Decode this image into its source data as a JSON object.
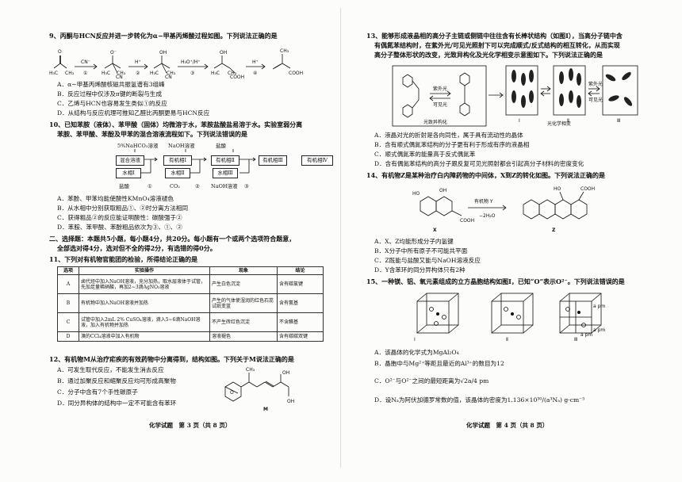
{
  "left": {
    "q9": {
      "stem": "9、丙酮与HCN反应并进一步转化为α−甲基丙烯酸过程如图。下列说法正确的是",
      "reagents": [
        "CN⁻",
        "H⁺",
        "H₃O⁺/H⁺",
        "H⁺"
      ],
      "steps": [
        "①",
        "②",
        "③",
        "④"
      ],
      "options": [
        "A．α−甲基丙烯酸核磁共振氢谱有3组峰",
        "B．反应过程中仅涉及π键的断裂与生成",
        "C．乙烯与HCN也容易发生类似①的反应",
        "D．从结构与反应机理可推知乙醛比丙酮更易与HCN反应"
      ]
    },
    "q10": {
      "stem1": "10、已知苯胺（液体）、苯甲酸（固体）均微溶于水，苯胺盐酸盐易溶于水。实验室弱分离",
      "stem2": "苯胺、苯甲酸、苯酚及甲苯的混合溶液流程如下。下列说法错误的是",
      "top_labels": [
        "5%NaHCO₃溶液",
        "NaOH溶液",
        "盐酸"
      ],
      "boxes": [
        "混合溶液",
        "有机相Ⅰ",
        "有机相Ⅱ",
        "有机相Ⅲ",
        "有机相Ⅳ"
      ],
      "water_boxes": [
        "水相Ⅰ",
        "水相Ⅱ",
        "水相Ⅲ"
      ],
      "bottom_labels": [
        "盐酸",
        "CO₂",
        "NaOH溶液"
      ],
      "products": [
        "①",
        "②",
        "③"
      ],
      "options": [
        "A．苯酚、甲苯均能使酸性KMnO₄溶液褪色",
        "B．从水相中分别获取粗品①、②时分离方法相同",
        "C．获得粗品②的反应能证明酸性：碳酸强于②",
        "D．苯胺、苯甲酸、苯酚粗品依次为③、①、②"
      ]
    },
    "section2": {
      "line1": "二、选择题：本题共5小题，每小题4分，共20分。每小题有一个或两个选项符合题意，",
      "line2": "全部选对得4分，选对但不全的得2分，有选错的得0分。"
    },
    "q11": {
      "stem": "11、下列对有机物官能团的检验，所得结论正确的是",
      "headers": [
        "选项",
        "实验操作",
        "现象",
        "结论"
      ],
      "rows": [
        {
          "opt": "A",
          "op": "卤代烃中加入NaOH溶液，充分加热，取水层液体于试管，先加足量稀硝酸，再加2~3滴AgNO₃溶液",
          "ph": "产生白色沉淀",
          "con": "含有碳氯键"
        },
        {
          "opt": "B",
          "op": "有机物中加入NaOH溶液并加热",
          "ph": "产生的气体使湿润的红色石蕊试纸变蓝",
          "con": "含有氨基"
        },
        {
          "opt": "C",
          "op": "试管中加入2mL 2% CuSO₄溶液，滴入5~6滴NaOH溶液，加入有机物并加热",
          "ph": "不产生砖红色沉淀",
          "con": "不含醛基"
        },
        {
          "opt": "D",
          "op": "溴的CCl₄溶液中加入有机物",
          "ph": "溶液褪色",
          "con": "含有碳碳双键"
        }
      ]
    },
    "q12": {
      "stem": "12、有机物M从治疗疟疾的有效药物中分离得到，结构如图。下列关于M说法正确的是",
      "options": [
        "A．可发生取代反应，不能发生消去反应",
        "B．通过加聚反应和缩聚反应均可形成高聚物",
        "C．分子中含有7个手性碳原子",
        "D．同分异构体的结构中一定不可能含有苯环"
      ],
      "mol_labels": [
        "CH₃",
        "OH",
        "OH",
        "O",
        "M"
      ]
    },
    "footer": "化学试题　第 3 页（共 8 页）"
  },
  "right": {
    "q13": {
      "stem1": "13、能够形成液晶相的高分子主链或侧链中往往含有长棒状结构（如图Ⅰ），当高分子链中含",
      "stem2": "有偶氮苯结构时，在紫外光/可见光照射下可以完成顺式/反式结构的相互转化，从而实现",
      "stem3": "高分子整体形状的改变，光致异构化及光化学相变示意图如下。下列说法正确的是",
      "labels": [
        "紫外光",
        "可见光",
        "紫外光",
        "可见光",
        "光致异构化",
        "光化学相变",
        "Ⅰ",
        "Ⅱ",
        "Ⅲ"
      ],
      "options": [
        "A．液晶对光的折射是各向同性，属于具有流动性的晶体",
        "B．含有顺式偶氮苯结构的分子更有利于形成有序的液晶相",
        "C．顺式偶氮苯的能量高于反式偶氮苯",
        "D．含有偶氮苯结构的高分子跟反复可见光照射都会引起高分子材料的密度变化"
      ]
    },
    "q14": {
      "stem": "14、有机物Z是某种治疗白内障药物的中间体，X到Z的转化如图。下列说法正确的是",
      "reagent": "有机物 Y",
      "byproduct": "−2H₂O",
      "labels": [
        "X",
        "Z",
        "HO",
        "OH",
        "COOH",
        "HO",
        "COOH"
      ],
      "options": [
        "A．X、Z均能形成分子内氢键",
        "B．X分子中所有原子不可能共平面",
        "C．Z既能与盐酸又能与NaOH溶液反应",
        "D．Y含苯环的同分异构体只有2种"
      ]
    },
    "q15": {
      "stem": "15、一种镁、铝、氧元素组成的立方晶胞结构如图Ⅰ，已知“O”表示O²⁻。下列说法错误的是",
      "labels": [
        "Ⅰ",
        "Ⅱ",
        "Ⅲ",
        "a pm",
        "a pm",
        "a pm"
      ],
      "opt_a": "A．该晶体的化学式为MgAl₂O₄",
      "opt_b": "B．晶胞中与Mg²⁺等距且最近的Al³⁺的数目为12",
      "opt_c": "C．O²⁻与O²⁻之间的最短距离为√2a/4 pm",
      "opt_d": "D．设Nₐ为阿伏加德罗常数的值，该晶体的密度为1.136×10³⁰/(a³Nₐ) g·cm⁻³"
    },
    "footer": "化学试题　第 4 页（共 8 页）"
  }
}
